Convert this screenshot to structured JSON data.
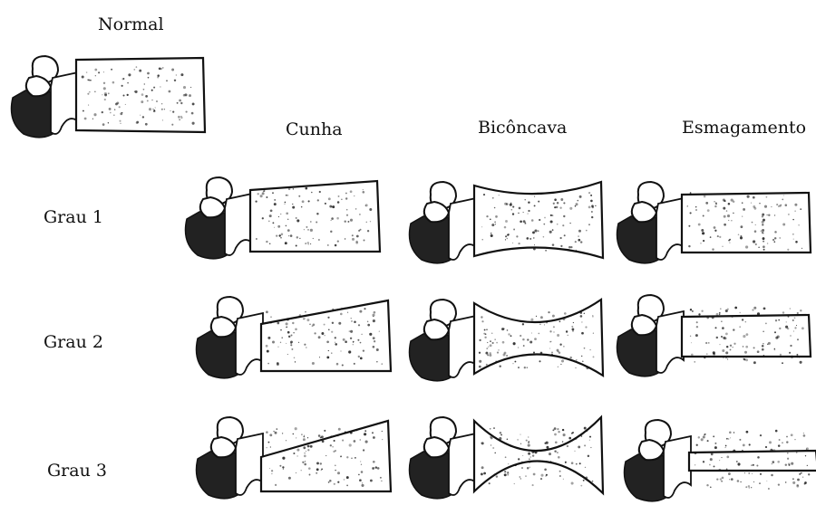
{
  "title": "Normal",
  "column_headers": [
    "Cunha",
    "Bicôncava",
    "Esmagamento"
  ],
  "row_headers": [
    "Grau 1",
    "Grau 2",
    "Grau 3"
  ],
  "figure": {
    "normal": {
      "label": "Normal",
      "shape": "normal",
      "grade": 0
    },
    "grid": [
      [
        {
          "type": "Cunha",
          "grade": 1
        },
        {
          "type": "Bicôncava",
          "grade": 1
        },
        {
          "type": "Esmagamento",
          "grade": 1
        }
      ],
      [
        {
          "type": "Cunha",
          "grade": 2
        },
        {
          "type": "Bicôncava",
          "grade": 2
        },
        {
          "type": "Esmagamento",
          "grade": 2
        }
      ],
      [
        {
          "type": "Cunha",
          "grade": 3
        },
        {
          "type": "Bicôncava",
          "grade": 3
        },
        {
          "type": "Esmagamento",
          "grade": 3
        }
      ]
    ]
  },
  "colors": {
    "ink": "#111111",
    "bone_fill": "#ffffff",
    "shade": "#222222"
  }
}
